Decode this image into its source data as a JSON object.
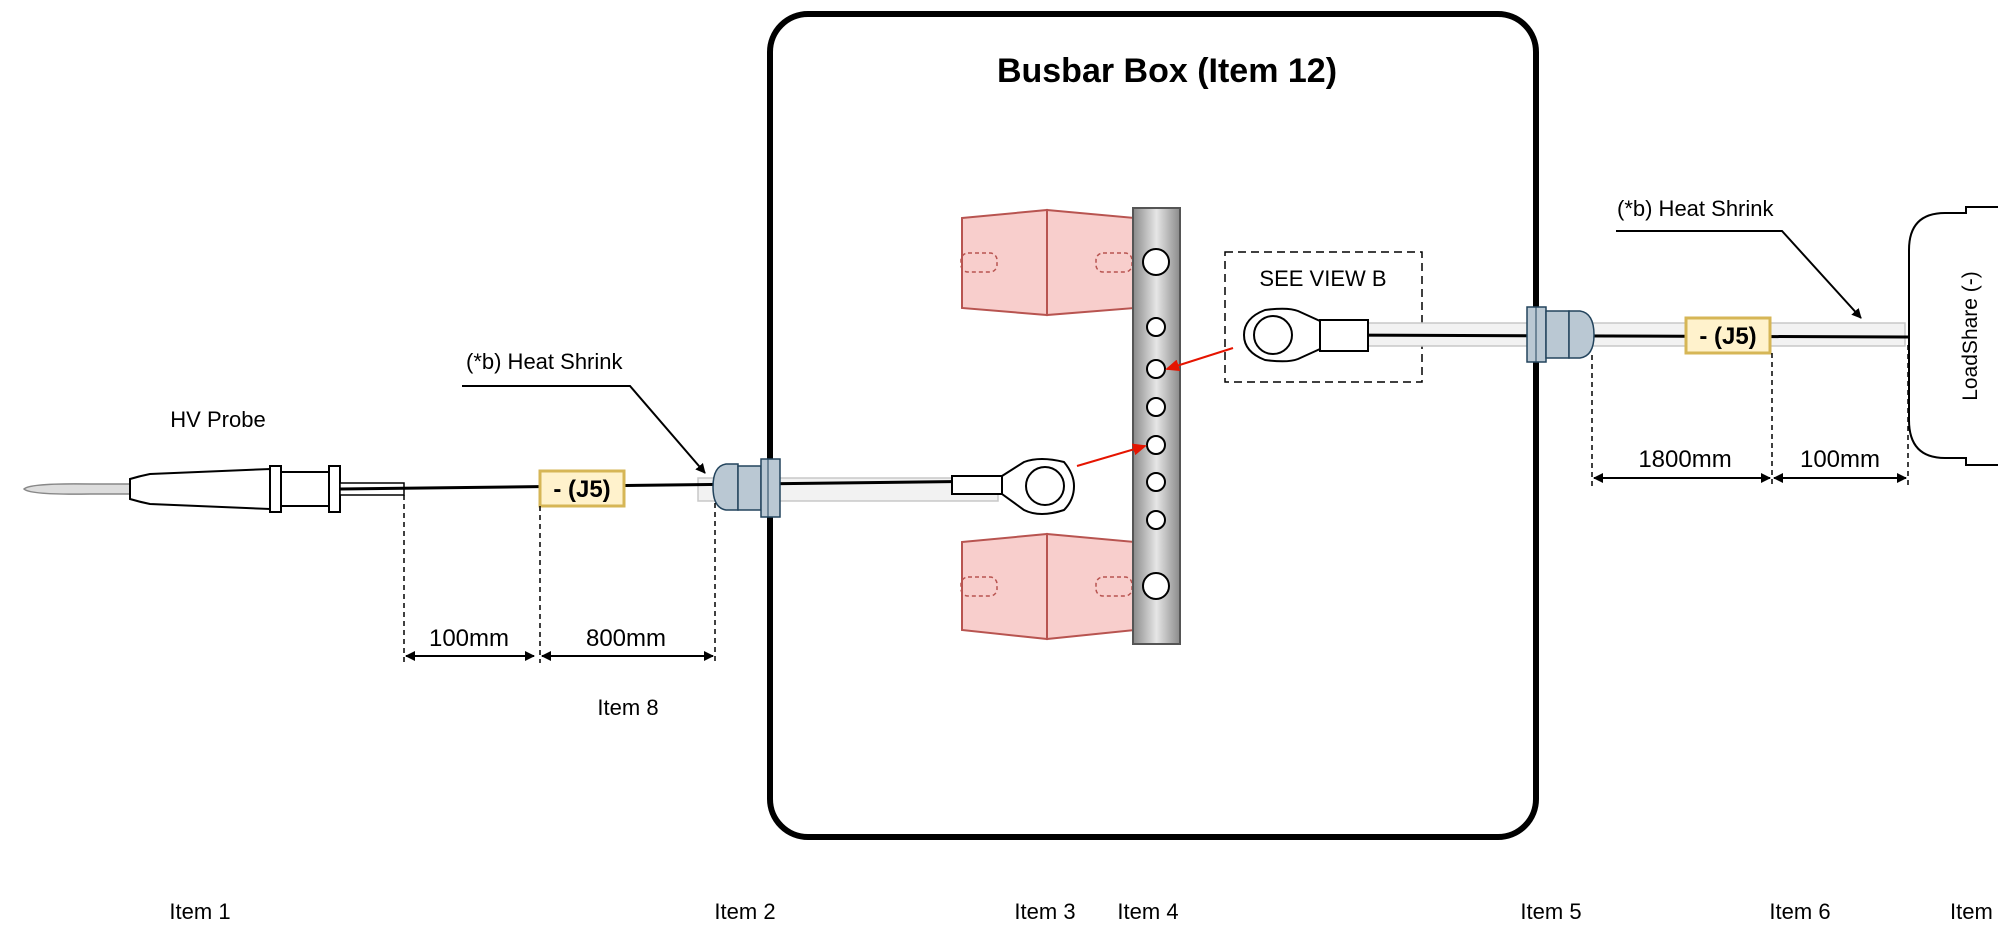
{
  "title": "Busbar Box (Item 12)",
  "labels": {
    "hv_probe": "HV Probe",
    "heat_shrink_left": "(*b) Heat Shrink",
    "heat_shrink_right": "(*b) Heat Shrink",
    "see_view_b": "SEE VIEW B",
    "item8": "Item 8",
    "loadshare": "LoadShare (-)"
  },
  "tags": {
    "left": "- (J5)",
    "right": "- (J5)"
  },
  "dimensions": {
    "d1": "100mm",
    "d2": "800mm",
    "d3": "1800mm",
    "d4": "100mm"
  },
  "items": [
    "Item 1",
    "Item 2",
    "Item 3",
    "Item 4",
    "Item 5",
    "Item 6",
    "Item"
  ],
  "colors": {
    "tag_fill": "#fff2cc",
    "tag_stroke": "#d6b656",
    "block_fill": "#f8cecc",
    "block_stroke": "#b85450",
    "gland_fill": "#bac8d3",
    "gland_stroke": "#23445d",
    "arrow_red": "#e51400"
  }
}
